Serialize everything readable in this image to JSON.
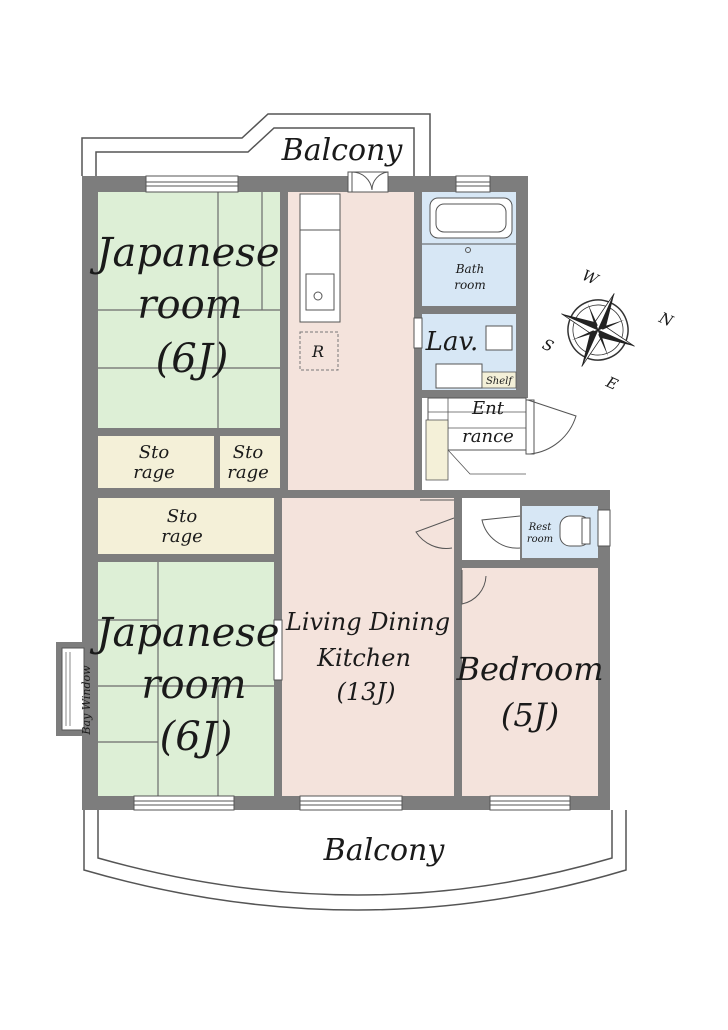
{
  "labels": {
    "balcony_top": "Balcony",
    "balcony_bottom": "Balcony",
    "japanese_room_1": [
      "Japanese",
      "room",
      "(6J)"
    ],
    "japanese_room_2": [
      "Japanese",
      "room",
      "(6J)"
    ],
    "storage_a": [
      "Sto",
      "rage"
    ],
    "storage_b": [
      "Sto",
      "rage"
    ],
    "storage_c": [
      "Sto",
      "rage"
    ],
    "fridge": "R",
    "bath_room": [
      "Bath",
      "room"
    ],
    "lavatory": "Lav.",
    "shelf": "Shelf",
    "entrance": [
      "Ent",
      "rance"
    ],
    "rest_room": [
      "Rest",
      "room"
    ],
    "ldk": [
      "Living Dining",
      "Kitchen",
      "(13J)"
    ],
    "bedroom": [
      "Bedroom",
      "(5J)"
    ],
    "bay_window": "Bay Window"
  },
  "compass": {
    "n": "N",
    "s": "S",
    "e": "E",
    "w": "W"
  },
  "colors": {
    "wall": "#7d7d7d",
    "tatami": "#ddefd6",
    "storage": "#f4f0d8",
    "wood_floor": "#f4e3dc",
    "water_room": "#d7e7f5",
    "line": "#555555"
  }
}
